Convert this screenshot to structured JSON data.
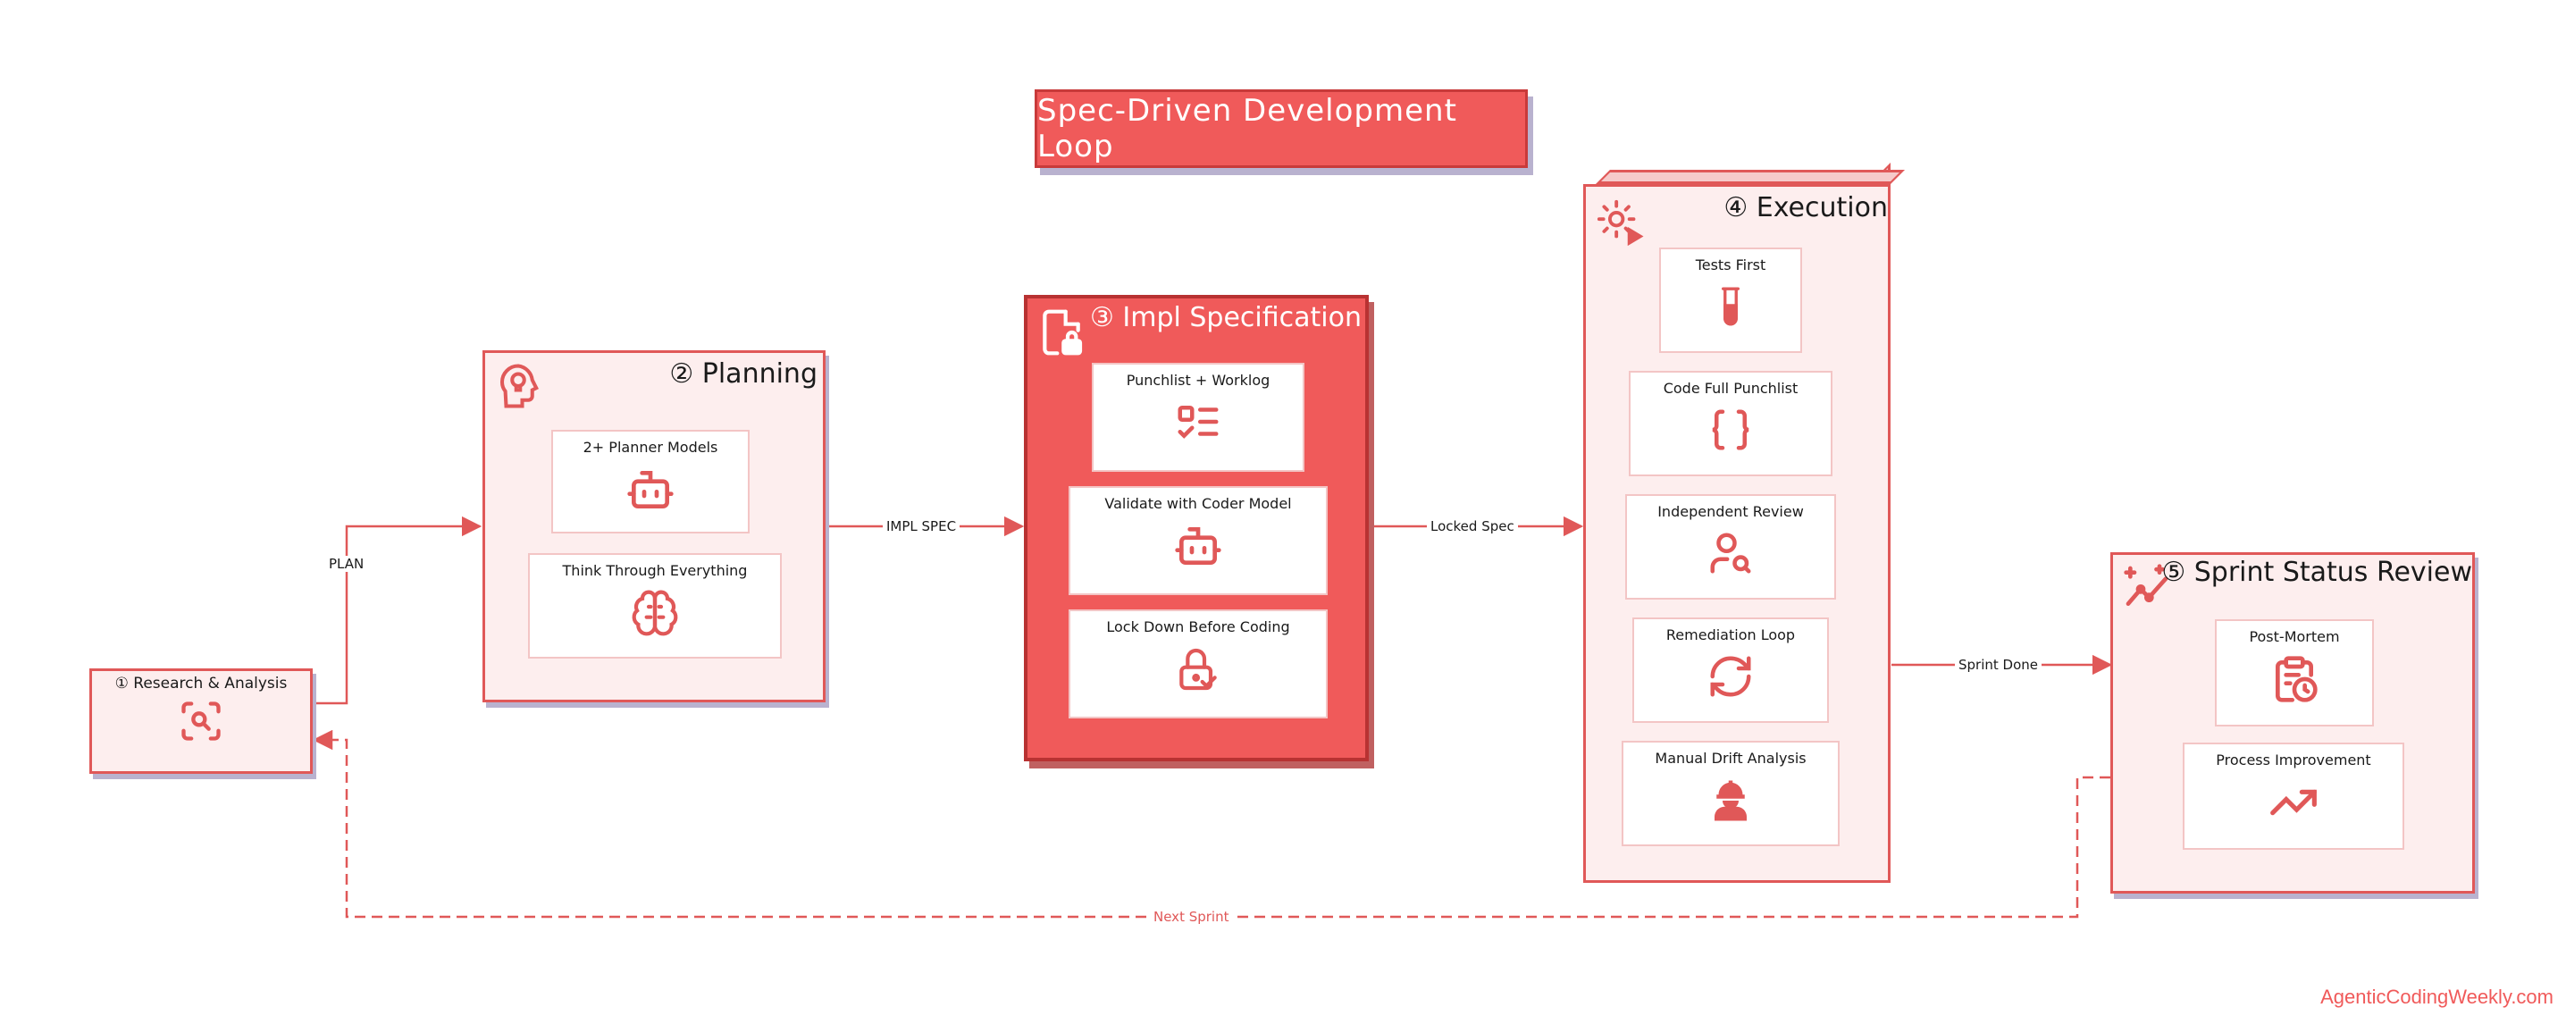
{
  "title": "Spec-Driven Development Loop",
  "nodes": {
    "research": {
      "label": "① Research & Analysis",
      "icon": "scan-search-icon"
    },
    "planning": {
      "title": "② Planning",
      "icon": "head-lightbulb-icon",
      "cards": [
        {
          "label": "2+ Planner Models",
          "icon": "robot-icon"
        },
        {
          "label": "Think Through Everything",
          "icon": "brain-icon"
        }
      ]
    },
    "spec": {
      "title": "③ Impl Specification",
      "icon": "file-lock-icon",
      "cards": [
        {
          "label": "Punchlist + Worklog",
          "icon": "checklist-icon"
        },
        {
          "label": "Validate with Coder Model",
          "icon": "robot-icon"
        },
        {
          "label": "Lock Down Before Coding",
          "icon": "lock-check-icon"
        }
      ]
    },
    "execution": {
      "title": "④ Execution",
      "icon": "gear-play-icon",
      "cards": [
        {
          "label": "Tests First",
          "icon": "test-tube-icon"
        },
        {
          "label": "Code Full Punchlist",
          "icon": "braces-icon"
        },
        {
          "label": "Independent Review",
          "icon": "user-search-icon"
        },
        {
          "label": "Remediation Loop",
          "icon": "refresh-icon"
        },
        {
          "label": "Manual Drift Analysis",
          "icon": "hard-hat-worker-icon"
        }
      ]
    },
    "review": {
      "title": "⑤ Sprint Status Review",
      "icon": "sparkle-chart-icon",
      "cards": [
        {
          "label": "Post-Mortem",
          "icon": "clipboard-clock-icon"
        },
        {
          "label": "Process Improvement",
          "icon": "trend-up-icon"
        }
      ]
    }
  },
  "edges": {
    "plan": "PLAN",
    "impl_spec": "IMPL SPEC",
    "locked_spec": "Locked Spec",
    "sprint_done": "Sprint Done",
    "next_sprint": "Next Sprint"
  },
  "footer": "AgenticCodingWeekly.com",
  "colors": {
    "accent": "#f05a5a",
    "stroke": "#e05858",
    "fill": "#fdeeee",
    "shadow": "#b9b2cf"
  }
}
